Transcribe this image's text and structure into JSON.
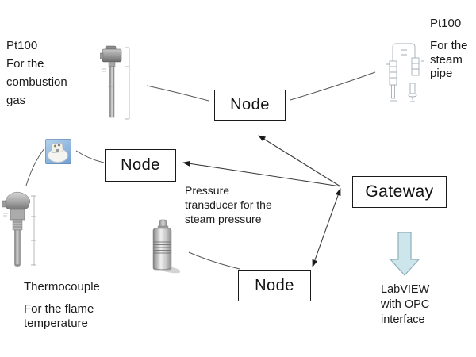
{
  "boxes": {
    "node_top": "Node",
    "node_left": "Node",
    "node_bottom": "Node",
    "gateway": "Gateway"
  },
  "labels": {
    "pt100_combustion": "Pt100\nFor the\ncombustion\ngas",
    "pt100_steam_title": "Pt100",
    "pt100_steam_desc": "For the\nsteam\npipe",
    "pressure": "Pressure\ntransducer for the\nsteam pressure",
    "thermocouple_title": "Thermocouple",
    "thermocouple_desc": "For the flame\ntemperature",
    "labview": "LabVIEW\nwith OPC\ninterface"
  },
  "icons": {
    "pt100_combustion_sensor": "thermowell-probe-photo",
    "steam_pipe_sensor": "faint-line-drawing",
    "wireless_node_module": "blue-module-photo",
    "thermocouple_sensor": "thermocouple-probe-photo",
    "pressure_transducer": "steel-cylinder-photo",
    "labview_arrow": "down-block-arrow"
  },
  "colors": {
    "connector_line": "#4a4a4a",
    "arrowhead": "#1a1a1a",
    "box_border": "#1a1a1a",
    "labview_arrow_fill": "#cde6eb",
    "labview_arrow_border": "#90aeb9",
    "node_icon_bg": "#8fb6de",
    "background": "#ffffff"
  }
}
